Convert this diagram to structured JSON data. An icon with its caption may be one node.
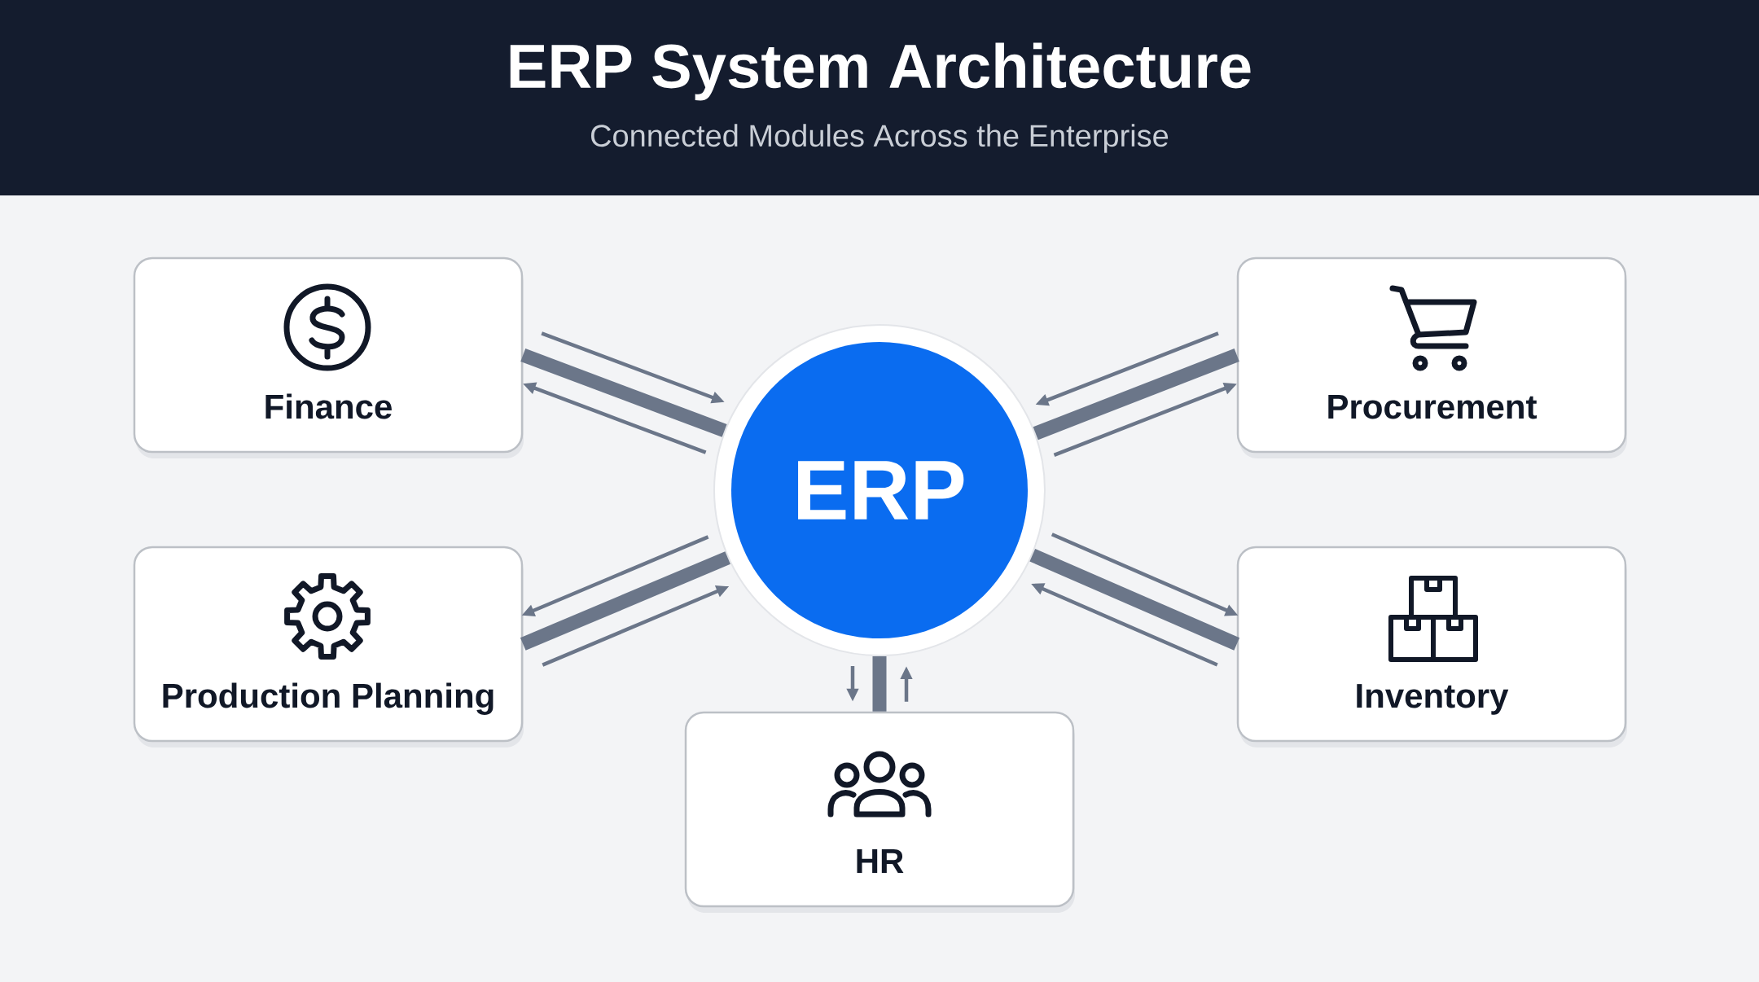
{
  "diagram": {
    "title": "ERP System Architecture",
    "nodes": [
      {
        "text": [
          "Finance"
        ]
      },
      {
        "text": [
          "Procurement"
        ]
      },
      {
        "text": [
          "ERP"
        ]
      },
      {
        "text": [
          "Production Planning"
        ]
      },
      {
        "text": [
          "Inventory"
        ]
      },
      {
        "text": [
          "HR"
        ]
      }
    ],
    "edges": [
      {
        "from": 0,
        "to": 2,
        "arrow": "none",
        "style": "thick"
      },
      {
        "from": 0,
        "to": 2,
        "arrow": "to"
      },
      {
        "from": 2,
        "to": 0,
        "arrow": "to"
      },
      {
        "from": 1,
        "to": 2,
        "arrow": "none",
        "style": "thick"
      },
      {
        "from": 1,
        "to": 2,
        "arrow": "to"
      },
      {
        "from": 2,
        "to": 1,
        "arrow": "to"
      },
      {
        "from": 3,
        "to": 2,
        "arrow": "none",
        "style": "thick"
      },
      {
        "from": 2,
        "to": 3,
        "arrow": "to"
      },
      {
        "from": 3,
        "to": 2,
        "arrow": "to"
      },
      {
        "from": 4,
        "to": 2,
        "arrow": "none",
        "style": "thick"
      },
      {
        "from": 2,
        "to": 4,
        "arrow": "to"
      },
      {
        "from": 4,
        "to": 2,
        "arrow": "to"
      },
      {
        "from": 5,
        "to": 2,
        "arrow": "none",
        "style": "thick"
      },
      {
        "from": 2,
        "to": 5,
        "arrow": "to"
      },
      {
        "from": 5,
        "to": 2,
        "arrow": "to"
      }
    ],
    "labels": [
      "Connected Modules Across the Enterprise"
    ]
  }
}
